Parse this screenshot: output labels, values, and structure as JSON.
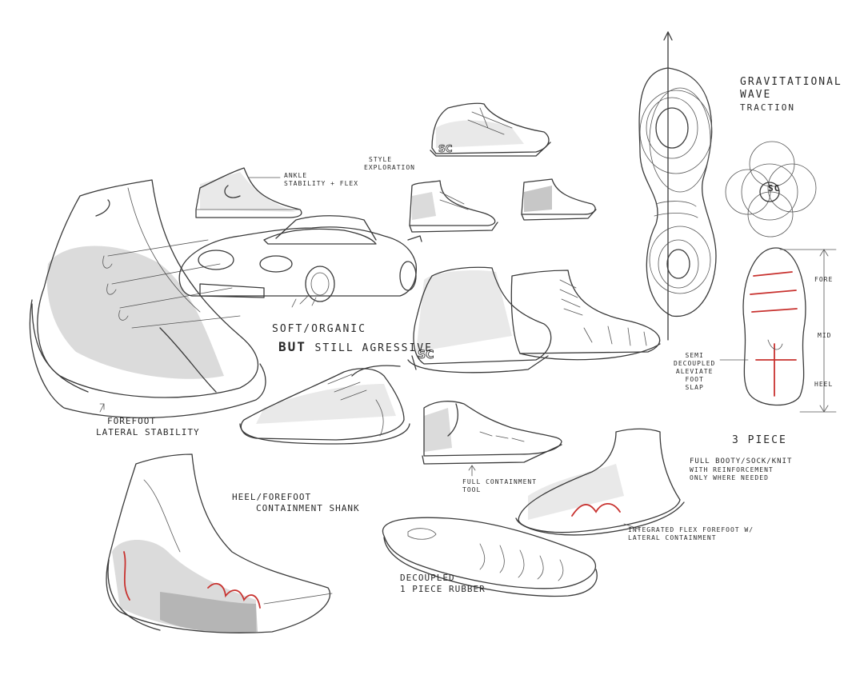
{
  "annotations": {
    "ankle": [
      "ANKLE",
      "STABILITY + FLEX"
    ],
    "style": [
      "STYLE",
      "EXPLORATION"
    ],
    "gravity": [
      "GRAVITATIONAL",
      "WAVE",
      "TRACTION"
    ],
    "soft_organic": "SOFT/ORGANIC",
    "but": "BUT",
    "still_aggressive": "STILL AGRESSIVE",
    "forefoot": [
      "FOREFOOT",
      "LATERAL STABILITY"
    ],
    "semi": [
      "SEMI",
      "DECOUPLED",
      "ALEVIATE",
      "FOOT",
      "SLAP"
    ],
    "zones": {
      "fore": "FORE",
      "mid": "MID",
      "heel": "HEEL"
    },
    "three_piece": "3 PIECE",
    "booty": [
      "FULL BOOTY/SOCK/KNIT",
      "WITH REINFORCEMENT",
      "ONLY WHERE NEEDED"
    ],
    "containment_tool": [
      "FULL CONTAINMENT",
      "TOOL"
    ],
    "heel_shank": [
      "HEEL/FOREFOOT",
      "CONTAINMENT SHANK"
    ],
    "integrated": [
      "INTEGRATED FLEX FOREFOOT W/",
      "LATERAL CONTAINMENT"
    ],
    "decoupled": [
      "DECOUPLED",
      "1 PIECE RUBBER"
    ]
  },
  "logos": {
    "sc": "SC"
  },
  "colors": {
    "ink": "#3a3a3a",
    "accent_red": "#c8322f",
    "paper": "#ffffff"
  }
}
